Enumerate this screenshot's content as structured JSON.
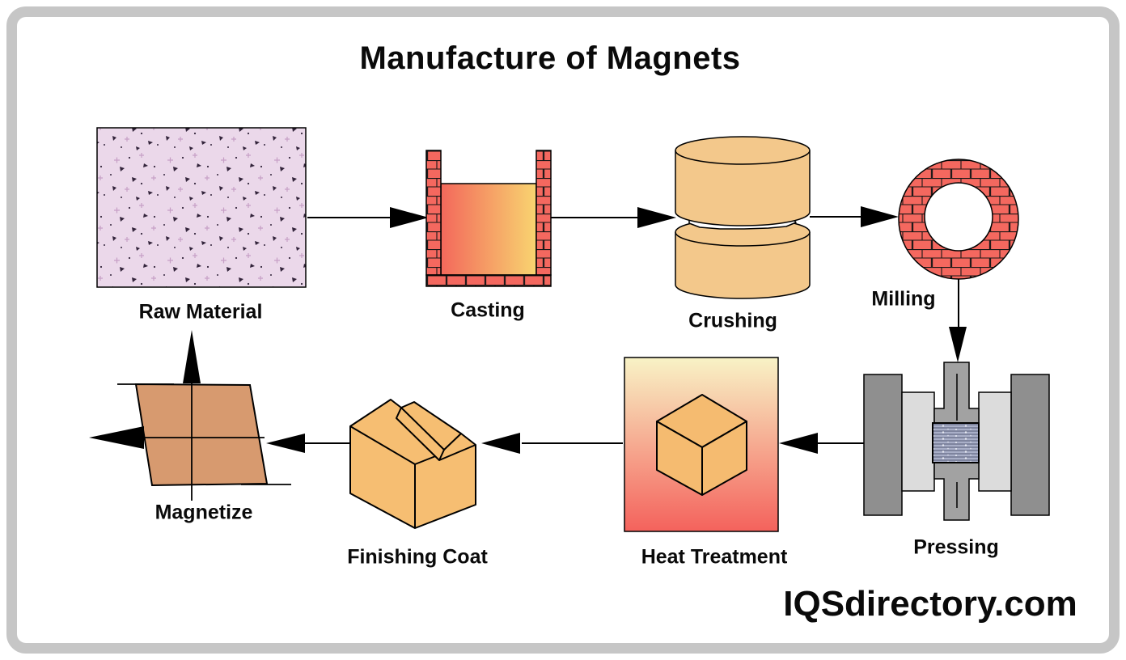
{
  "title": "Manufacture of Magnets",
  "watermark": "IQSdirectory.com",
  "stages": [
    {
      "id": "raw-material",
      "label": "Raw Material"
    },
    {
      "id": "casting",
      "label": "Casting"
    },
    {
      "id": "crushing",
      "label": "Crushing"
    },
    {
      "id": "milling",
      "label": "Milling"
    },
    {
      "id": "pressing",
      "label": "Pressing"
    },
    {
      "id": "heat-treatment",
      "label": "Heat Treatment"
    },
    {
      "id": "finishing-coat",
      "label": "Finishing Coat"
    },
    {
      "id": "magnetize",
      "label": "Magnetize"
    }
  ],
  "connections": [
    {
      "from": "raw-material",
      "to": "casting"
    },
    {
      "from": "casting",
      "to": "crushing"
    },
    {
      "from": "crushing",
      "to": "milling"
    },
    {
      "from": "milling",
      "to": "pressing"
    },
    {
      "from": "pressing",
      "to": "heat-treatment"
    },
    {
      "from": "heat-treatment",
      "to": "finishing-coat"
    },
    {
      "from": "finishing-coat",
      "to": "magnetize"
    }
  ],
  "colors": {
    "frame_gray": "#c6c6c6",
    "brick_red": "#f4685f",
    "raw_material_pink": "#ebd8ea",
    "cylinder_tan": "#f3c88b",
    "cube_orange": "#f5bb70",
    "box_orange": "#f6be72",
    "magnet_brown": "#d79a6f",
    "melt_gradient_left": "#f3685b",
    "melt_gradient_right": "#f8d470",
    "heat_gradient_top": "#f8f3c6",
    "heat_gradient_bottom": "#f4625c",
    "press_dark_gray": "#8f8f8f",
    "press_light_gray": "#dcdcdc",
    "press_punch_gray": "#a2a2a2",
    "powder_blue_gray": "#a9afc8",
    "text_black": "#0a0a0a"
  }
}
